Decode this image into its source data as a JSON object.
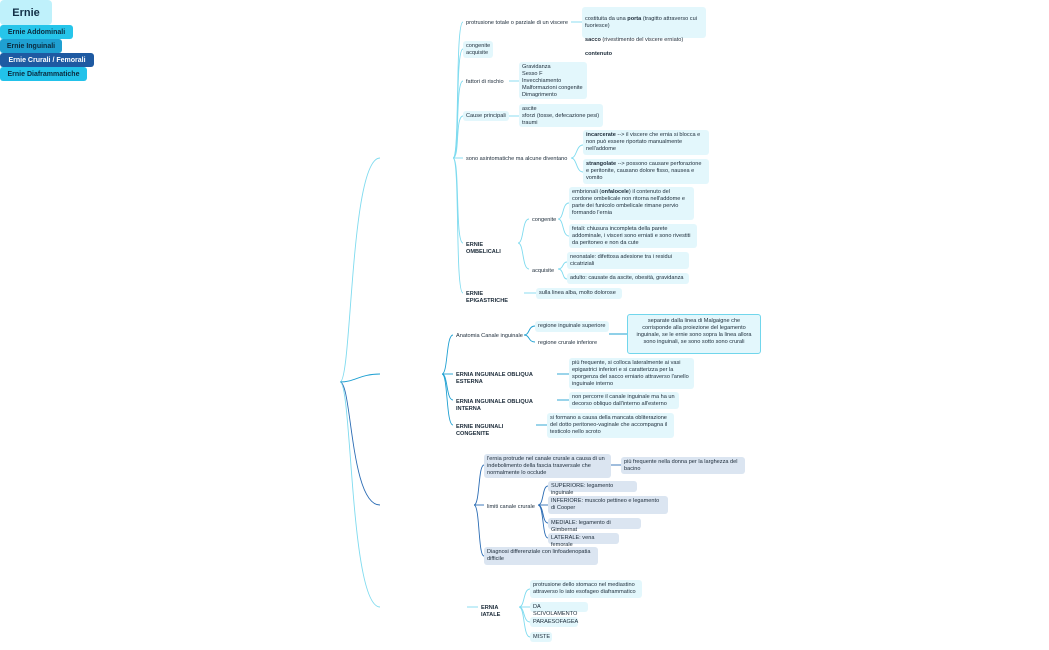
{
  "root": "Ernie",
  "branches": {
    "addominali": {
      "title": "Ernie Addominali",
      "protrusione": "protrusione totale o parziale di un viscere",
      "costituita_a": "costituita da una ",
      "porta": "porta",
      "costituita_b": " (tragitto attraverso cui fuoriesce)",
      "sacco": "sacco",
      "sacco_rest": " (rivestimento del viscere erniato)",
      "contenuto": "contenuto",
      "congenite_acquisite": "congenite\nacquisite",
      "fattori": "fattori di rischio",
      "fattori_list": "Gravidanza\nSesso F\nInvecchiamento\nMalformazioni congenite\nDimagrimento",
      "cause": "Cause principali",
      "cause_list": "ascite\nsforzi (tosse, defecazione pesi)\ntraumi",
      "asintomatiche": "sono asintomatiche ma alcune diventano",
      "incarcerate": "incarcerate",
      "incarcerate_text": " --> il viscere che ernia si blocca e non può essere riportato manualmente nell'addome",
      "strangolate": "strangolate",
      "strangolate_text": " --> possono causare perforazione e peritonite, causano dolore fisso, nausea e vomito",
      "ombelicali": "ERNIE OMBELICALI",
      "congenite": "congenite",
      "embrionali_a": "embrionali (",
      "onfalocele": "onfalocele",
      "embrionali_b": ") il contenuto del cordone ombelicale non ritorna nell'addome e parte dei funicolo ombelicale rimane pervio formando l'ernia",
      "fetali": "fetali: chiusura incompleta della parete addominale, i visceri sono erniati e sono rivestiti da peritoneo e non da cute",
      "acquisite": "acquisite",
      "neonatale": "neonatale: difettosa adesione tra i residui cicatriziali",
      "adulto": "adulto: causate da ascite, obesità, gravidanza",
      "epigastriche": "ERNIE EPIGASTRICHE",
      "linea_alba": "sulla linea alba, molto dolorose"
    },
    "inguinali": {
      "title": "Ernie Inguinali",
      "anatomia": "Anatomia Canale inguinale",
      "reg_sup": "regione inguinale superiore",
      "reg_inf": "regione crurale inferiore",
      "malgaigne": "separate dalla linea di Malgaigne che corrisponde alla proiezione del legamento inguinale, se le ernie sono sopra la linea allora sono inguinali, se sono sotto sono crurali",
      "esterna": "ERNIA INGUINALE OBLIQUA ESTERNA",
      "esterna_text": "più frequente, si colloca lateralmente ai vasi epigastrici inferiori e si caratterizza per la sporgenza del sacco erniario attraverso l'anello inguinale interno",
      "interna": "ERNIA INGUINALE OBLIQUA INTERNA",
      "interna_text": "non percorre il canale inguinale ma ha un decorso obliquo dall'interno all'esterno",
      "congenite": "ERNIE INGUINALI CONGENITE",
      "congenite_text": "si formano a causa della mancata obliterazione del dotto peritoneo-vaginale che accompagna il testicolo nello scroto"
    },
    "crurali": {
      "title": "Ernie Crurali / Femorali",
      "protrude": "l'ernia protrude nel canale crurale a causa di un indebolimento della fascia trasversale che normalmente lo occlude",
      "donna": "più frequente nella donna per la larghezza del bacino",
      "limiti": "limiti canale crurale",
      "superiore": "SUPERIORE: legamento inguinale",
      "inferiore": "INFERIORE: muscolo pettineo e legamento di Cooper",
      "mediale": "MEDIALE: legamento di Gimbernat",
      "laterale": "LATERALE: vena femorale",
      "diagnosi": "Diagnosi differenziale con linfoadenopatia difficile"
    },
    "diaframmatiche": {
      "title": "Ernie Diaframmatiche",
      "iatale": "ERNIA IATALE",
      "protrusione": "protrusione dello stomaco nel mediastino attraverso lo iato esofageo diaframmatico",
      "scivolamento": "DA SCIVOLAMENTO",
      "paraesofagea": "PARAESOFAGEA",
      "miste": "MISTE"
    }
  },
  "colors": {
    "root_fill": "#bff1fb",
    "addominali": "#26c5ea",
    "inguinali": "#1fa0d2",
    "crurali": "#1e5aa2",
    "diaframmatiche": "#22c2ea",
    "line_light": "#7fdbef",
    "line_dark": "#2b6cb4"
  }
}
